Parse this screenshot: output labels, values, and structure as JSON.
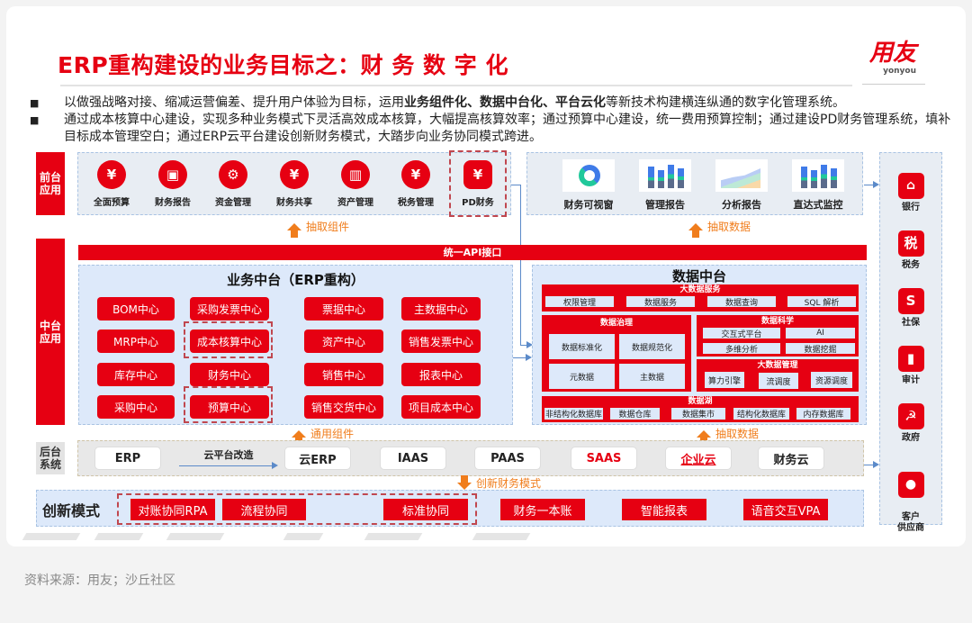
{
  "header": {
    "title": "ERP重构建设的业务目标之：财 务 数 字 化",
    "logo_cn": "用友",
    "logo_en": "yonyou"
  },
  "bullets": [
    {
      "mark": "■",
      "parts": [
        {
          "text": "以做强战略对接、缩减运营偏差、提升用户体验为目标，运用",
          "bold": false
        },
        {
          "text": "业务组件化、数据中台化、平台云化",
          "bold": true
        },
        {
          "text": "等新技术构建横连纵通的数字化管理系统。",
          "bold": false
        }
      ]
    },
    {
      "mark": "■",
      "parts": [
        {
          "text": "通过成本核算中心建设，实现多种业务模式下灵活高效成本核算，大幅提高核算效率；通过预算中心建设，统一费用预算控制；通过建设PD财务管理系统，填补目标成本管理空白；通过ERP云平台建设创新财务模式，大踏步向业务协同模式跨进。",
          "bold": false
        }
      ]
    }
  ],
  "layers": {
    "front": "前台\n应用",
    "middle": "中台\n应用",
    "back": "后台\n系统"
  },
  "front_apps": [
    {
      "label": "全面预算",
      "icon": "money-bag-icon",
      "glyph": "¥"
    },
    {
      "label": "财务报告",
      "icon": "report-card-icon",
      "glyph": "▣"
    },
    {
      "label": "资金管理",
      "icon": "coins-gear-icon",
      "glyph": "⚙"
    },
    {
      "label": "财务共享",
      "icon": "yen-hand-icon",
      "glyph": "¥"
    },
    {
      "label": "资产管理",
      "icon": "asset-chart-icon",
      "glyph": "▥"
    },
    {
      "label": "税务管理",
      "icon": "yen-hand-icon",
      "glyph": "¥"
    },
    {
      "label": "PD财务",
      "icon": "yen-wallet-icon",
      "glyph": "¥"
    }
  ],
  "front_reports": [
    {
      "label": "财务可视窗",
      "icon": "donut-chart-icon"
    },
    {
      "label": "管理报告",
      "icon": "bar-chart-icon"
    },
    {
      "label": "分析报告",
      "icon": "area-chart-icon"
    },
    {
      "label": "直达式监控",
      "icon": "bar-chart-icon"
    }
  ],
  "arrows": {
    "extract_components": "抽取组件",
    "extract_data_top": "抽取数据",
    "common_components": "通用组件",
    "extract_data_bottom": "抽取数据",
    "innovate_finance": "创新财务模式"
  },
  "api_bar": "统一API接口",
  "business_center": {
    "title": "业务中台（ERP重构）",
    "columns": [
      [
        "BOM中心",
        "MRP中心",
        "库存中心",
        "采购中心"
      ],
      [
        "采购发票中心",
        "成本核算中心",
        "财务中心",
        "预算中心"
      ],
      [
        "票据中心",
        "资产中心",
        "销售中心",
        "销售交货中心"
      ],
      [
        "主数据中心",
        "销售发票中心",
        "报表中心",
        "项目成本中心"
      ]
    ],
    "highlighted": [
      "成本核算中心",
      "预算中心"
    ]
  },
  "data_center": {
    "title": "数据中台",
    "big_data_service": {
      "title": "大数据服务",
      "items": [
        "权限管理",
        "数据服务",
        "数据查询",
        "SQL 解析"
      ]
    },
    "governance": {
      "title": "数据治理",
      "items": [
        "数据标准化",
        "数据规范化",
        "元数据",
        "主数据"
      ]
    },
    "science": {
      "title": "数据科学",
      "items": [
        "交互式平台",
        "AI",
        "多维分析",
        "数据挖掘"
      ]
    },
    "management": {
      "title": "大数据管理",
      "items": [
        "算力引擎",
        "流调度",
        "资源调度"
      ]
    },
    "lake": {
      "title": "数据湖",
      "items": [
        "非结构化数据库",
        "数据仓库",
        "数据集市",
        "结构化数据库",
        "内存数据库"
      ]
    }
  },
  "back_systems": {
    "items": [
      {
        "label": "ERP",
        "red": false
      },
      {
        "label": "云ERP",
        "red": false
      },
      {
        "label": "IAAS",
        "red": false
      },
      {
        "label": "PAAS",
        "red": false
      },
      {
        "label": "SAAS",
        "red": true
      },
      {
        "label": "企业云",
        "red": true
      },
      {
        "label": "财务云",
        "red": false
      }
    ],
    "transform_label": "云平台改造"
  },
  "innovation": {
    "title": "创新模式",
    "items": [
      "对账协同RPA",
      "流程协同",
      "标准协同",
      "财务一本账",
      "智能报表",
      "语音交互VPA"
    ]
  },
  "external": [
    {
      "label": "银行",
      "icon": "bank-icon",
      "glyph": "🏛"
    },
    {
      "label": "税务",
      "icon": "tax-icon",
      "glyph": "税"
    },
    {
      "label": "社保",
      "icon": "social-security-icon",
      "glyph": "S"
    },
    {
      "label": "审计",
      "icon": "audit-chart-icon",
      "glyph": "▮"
    },
    {
      "label": "政府",
      "icon": "government-icon",
      "glyph": "☭"
    },
    {
      "label": "客户\n供应商",
      "icon": "person-icon",
      "glyph": "👤"
    }
  ],
  "source": "资料来源：用友；沙丘社区",
  "colors": {
    "brand_red": "#e60012",
    "orange": "#f07d1c",
    "light_blue": "#dde9fa",
    "panel_grey": "#e8edf3",
    "connector_blue": "#5b8ac9"
  }
}
